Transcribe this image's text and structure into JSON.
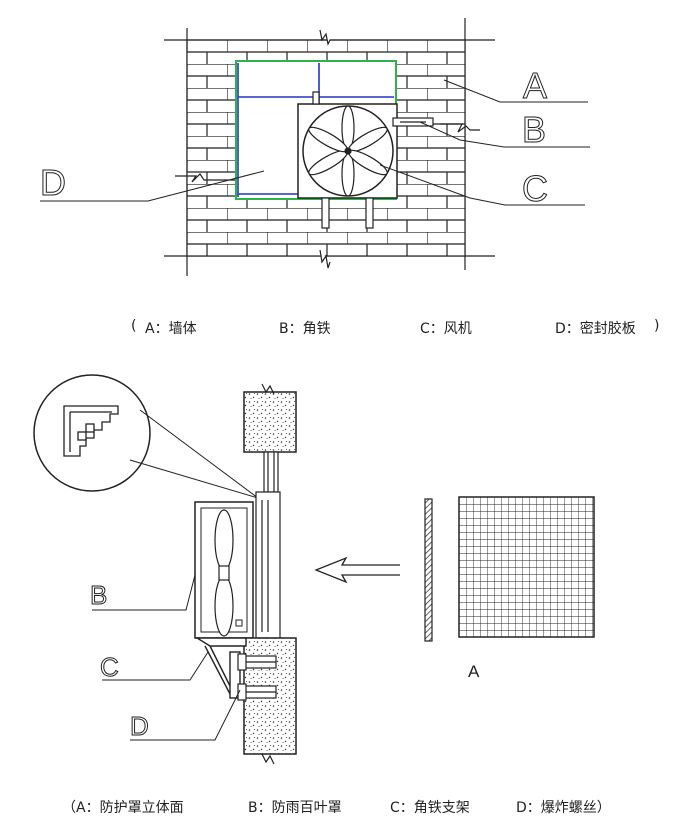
{
  "figure1": {
    "labels": {
      "a": "A",
      "b": "B",
      "c": "C",
      "d": "D"
    },
    "caption": {
      "open": "(",
      "a": "A：墙体",
      "b": "B：角铁",
      "c": "C：风机",
      "d": "D：密封胶板",
      "close": ")"
    }
  },
  "figure2": {
    "labels": {
      "a": "A",
      "b": "B",
      "c": "C",
      "d": "D"
    },
    "caption": {
      "a": "（A：防护罩立体面",
      "b": "B：防雨百叶罩",
      "c": "C：角铁支架",
      "d": "D：爆炸螺丝）"
    }
  },
  "colors": {
    "line": "#222222",
    "frame_green": "#2db34a",
    "frame_blue": "#2233cc"
  }
}
